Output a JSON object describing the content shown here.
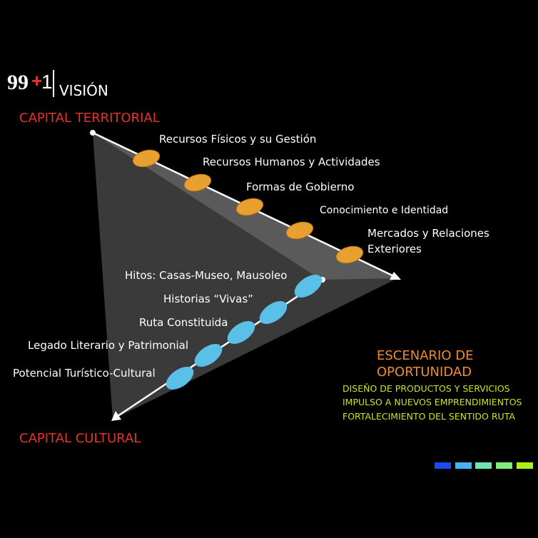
{
  "header": {
    "logo_text": "99+1",
    "title": "VISIÓN"
  },
  "axes": {
    "territorial": "CAPITAL TERRITORIAL",
    "cultural": "CAPITAL CULTURAL"
  },
  "territorial_items": [
    "Recursos Físicos y su Gestión",
    "Recursos Humanos y Actividades",
    "Formas de Gobierno",
    "Conocimiento e Identidad",
    "Mercados y Relaciones",
    "Exteriores"
  ],
  "cultural_items": [
    "Hitos: Casas-Museo, Mausoleo",
    "Historias “Vivas”",
    "Ruta Constituida",
    "Legado Literario y Patrimonial",
    "Potencial Turístico-Cultural"
  ],
  "scenario": {
    "title_line1": "ESCENARIO DE",
    "title_line2": "OPORTUNIDAD",
    "items": [
      "DISEÑO DE PRODUCTOS Y SERVICIOS",
      "IMPULSO A NUEVOS EMPRENDIMIENTOS",
      "FORTALECIMIENTO DEL SENTIDO RUTA"
    ]
  },
  "colors": {
    "orange_node": "#e8a030",
    "blue_node": "#5bc0e8",
    "swatches": [
      "#1a4cf0",
      "#46b4f4",
      "#6ee4b4",
      "#7cf07c",
      "#aaf01a"
    ]
  }
}
